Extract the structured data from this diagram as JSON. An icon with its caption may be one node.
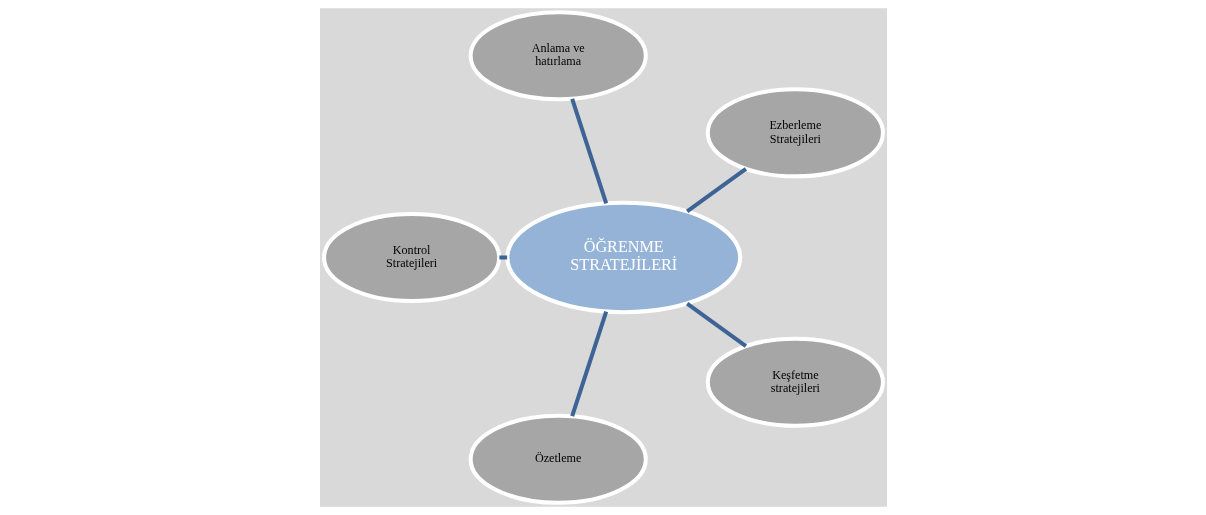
{
  "diagram": {
    "nodes": [
      {
        "text": [
          "Ezberleme Stratejileri"
        ]
      },
      {
        "text": [
          "Anlama ve hatırlama"
        ]
      },
      {
        "text": [
          "Kontrol Stratejileri"
        ]
      },
      {
        "text": [
          "ÖĞRENME STRATEJİLERİ"
        ]
      },
      {
        "text": [
          "Özetleme"
        ]
      },
      {
        "text": [
          "Keşfetme stratejileri"
        ]
      }
    ],
    "edges": [
      {
        "from": 3,
        "to": 0,
        "arrow": "none"
      },
      {
        "from": 3,
        "to": 1,
        "arrow": "none"
      },
      {
        "from": 3,
        "to": 2,
        "arrow": "none"
      },
      {
        "from": 3,
        "to": 4,
        "arrow": "none"
      },
      {
        "from": 3,
        "to": 5,
        "arrow": "none"
      }
    ]
  }
}
